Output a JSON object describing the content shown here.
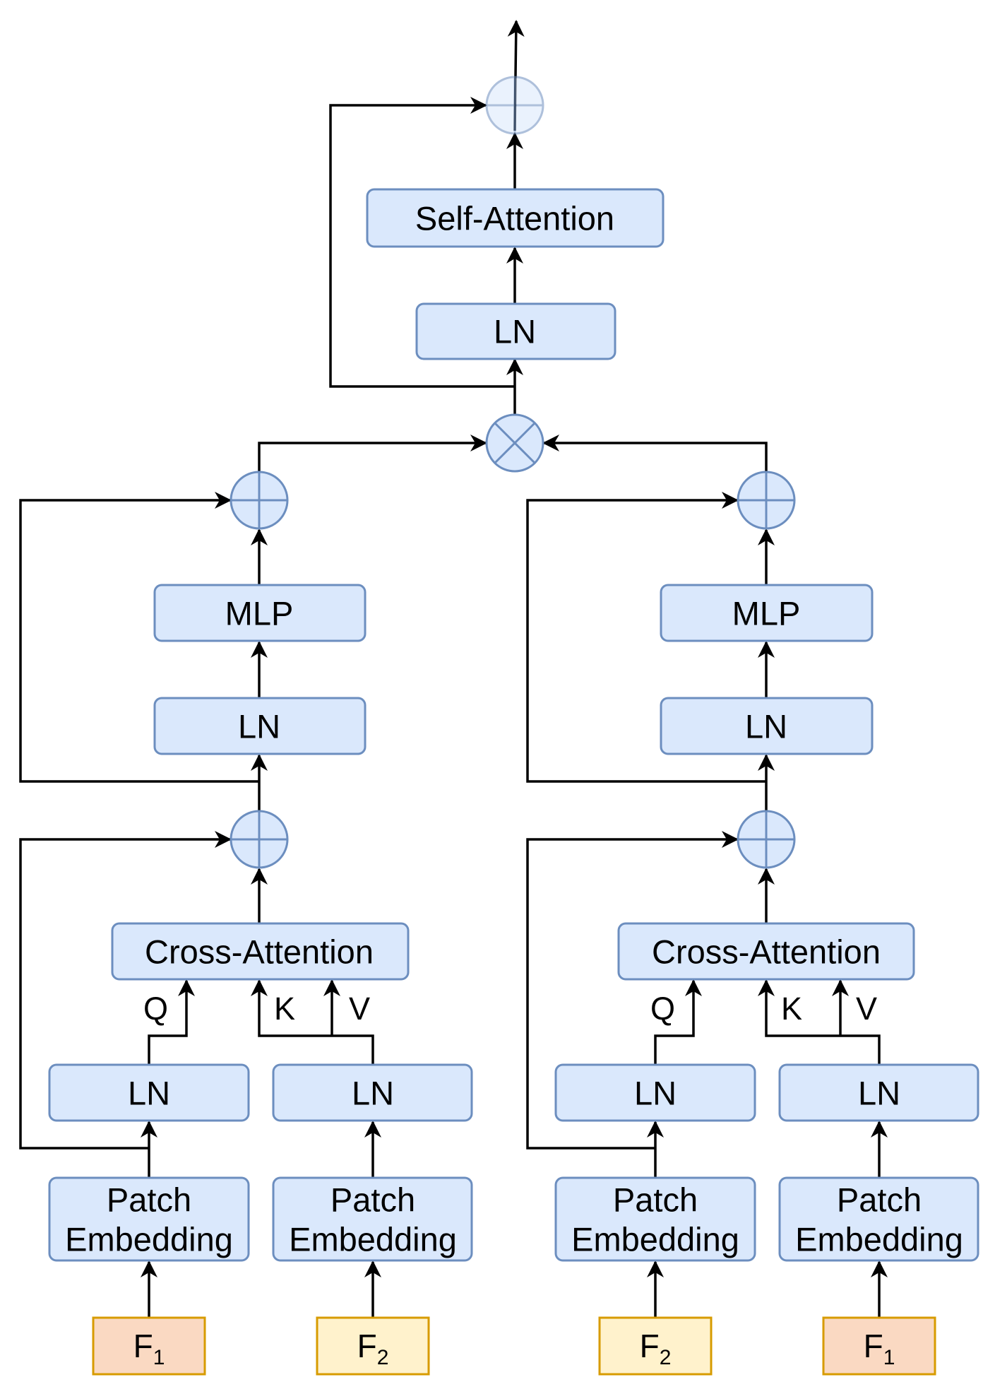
{
  "top": {
    "self_attention": "Self-Attention",
    "ln": "LN"
  },
  "left_branch": {
    "mlp": "MLP",
    "ln_mid": "LN",
    "cross_attention": "Cross-Attention",
    "q_label": "Q",
    "k_label": "K",
    "v_label": "V",
    "ln_a": "LN",
    "ln_b": "LN",
    "patch_a_line1": "Patch",
    "patch_a_line2": "Embedding",
    "patch_b_line1": "Patch",
    "patch_b_line2": "Embedding",
    "input_a": {
      "base": "F",
      "sub": "1"
    },
    "input_b": {
      "base": "F",
      "sub": "2"
    }
  },
  "right_branch": {
    "mlp": "MLP",
    "ln_mid": "LN",
    "cross_attention": "Cross-Attention",
    "q_label": "Q",
    "k_label": "K",
    "v_label": "V",
    "ln_a": "LN",
    "ln_b": "LN",
    "patch_a_line1": "Patch",
    "patch_a_line2": "Embedding",
    "patch_b_line1": "Patch",
    "patch_b_line2": "Embedding",
    "input_a": {
      "base": "F",
      "sub": "2"
    },
    "input_b": {
      "base": "F",
      "sub": "1"
    }
  },
  "colors": {
    "block_fill": "#dae8fc",
    "block_stroke": "#6c8ebf",
    "input_f1_fill": "#fad9c2",
    "input_f2_fill": "#fff2cc",
    "input_stroke": "#d79b00"
  }
}
